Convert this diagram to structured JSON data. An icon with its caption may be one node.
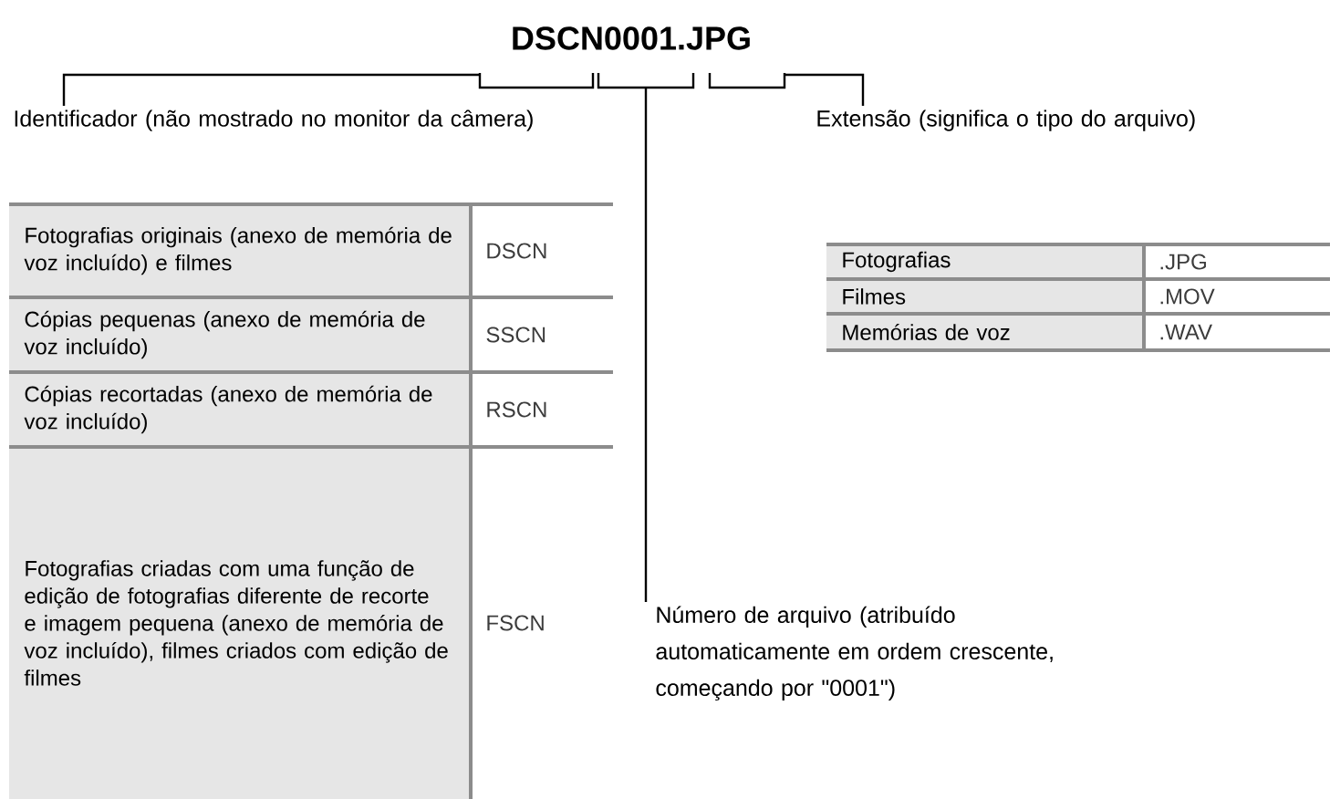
{
  "diagram": {
    "title": "DSCN0001.JPG",
    "nodes": [
      {
        "text": [
          "Identificador (não mostrado no monitor da câmera)"
        ]
      },
      {
        "text": [
          "Extensão (significa o tipo do arquivo)"
        ]
      },
      {
        "text": [
          "Número de arquivo (atribuído automaticamente em ordem crescente, começando por \"0001\")"
        ]
      }
    ],
    "edges": [
      {
        "from": 0,
        "to": null,
        "arrow": "none"
      },
      {
        "from": 1,
        "to": null,
        "arrow": "none"
      },
      {
        "from": 2,
        "to": null,
        "arrow": "none"
      }
    ],
    "labels": [
      "Fotografias originais (anexo de memória de voz incluído) e filmes",
      "DSCN",
      "Cópias pequenas (anexo de memória de voz incluído)",
      "SSCN",
      "Cópias recortadas (anexo de memória de voz incluído)",
      "RSCN",
      "Fotografias criadas com uma função de edição de fotografias diferente de recorte e imagem pequena (anexo de memória de voz incluído), filmes criados com edição de filmes",
      "FSCN",
      "Fotografias",
      ".JPG",
      "Filmes",
      ".MOV",
      "Memórias de voz",
      ".WAV"
    ]
  }
}
